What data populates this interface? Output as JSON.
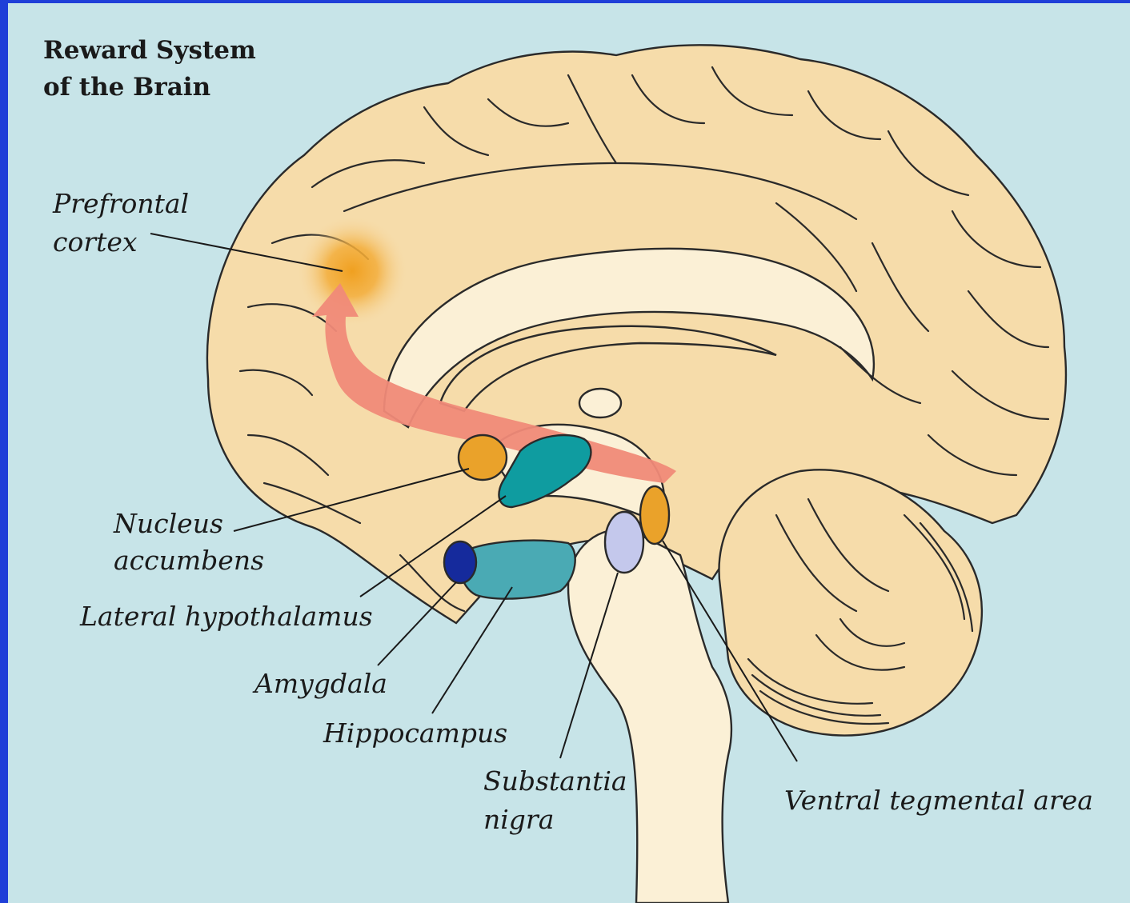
{
  "title": {
    "line1": "Reward System",
    "line2": "of the Brain"
  },
  "labels": {
    "prefrontal_1": "Prefrontal",
    "prefrontal_2": "cortex",
    "nucleus_1": "Nucleus",
    "nucleus_2": "accumbens",
    "lateral_hypothalamus": "Lateral hypothalamus",
    "amygdala": "Amygdala",
    "hippocampus": "Hippocampus",
    "substantia_1": "Substantia",
    "substantia_2": "nigra",
    "vta": "Ventral tegmental area"
  },
  "colors": {
    "frame_border": "#1f3fd8",
    "background": "#c7e4e8",
    "brain": "#f6dcaa",
    "pale_inner": "#fbf0d6",
    "pathway": "#f08a78",
    "prefrontal_glow": "#f0a020",
    "nucleus_accumbens": "#eaa22a",
    "lateral_hypothalamus": "#0f9ca0",
    "hippocampus": "#4aaab4",
    "amygdala": "#152a9c",
    "substantia_nigra": "#c4c8ec",
    "vta": "#eaa22a"
  }
}
